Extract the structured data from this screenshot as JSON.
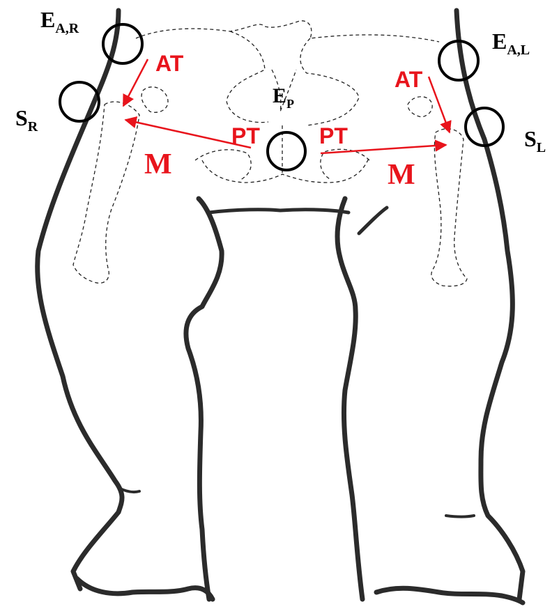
{
  "labels": {
    "e_ar": {
      "main": "E",
      "sub": "A,R"
    },
    "e_al": {
      "main": "E",
      "sub": "A,L"
    },
    "e_p": {
      "main": "E",
      "sub": "P"
    },
    "s_r": {
      "main": "S",
      "sub": "R"
    },
    "s_l": {
      "main": "S",
      "sub": "L"
    },
    "at_right": "AT",
    "at_left": "AT",
    "pt_right": "PT",
    "pt_left": "PT",
    "m_right": "M",
    "m_left": "M"
  },
  "colors": {
    "outline": "#2b2b2b",
    "annotation": "#e8141c",
    "marker": "#000000",
    "skeleton": "#222222"
  }
}
